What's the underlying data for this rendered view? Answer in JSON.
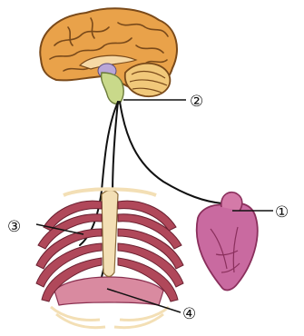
{
  "labels": [
    {
      "id": "label-1",
      "text": "①"
    },
    {
      "id": "label-2",
      "text": "②"
    },
    {
      "id": "label-3",
      "text": "③"
    },
    {
      "id": "label-4",
      "text": "④"
    }
  ],
  "colors": {
    "brain": "#e9a24a",
    "brain_dark": "#7a4a1a",
    "cerebellum": "#f1c87a",
    "brainstem": "#c9d98a",
    "heart": "#c96aa0",
    "heart_dark": "#8a2f5c",
    "rib": "#b0485a",
    "bone": "#f3dfb5",
    "diaphragm": "#d98aa0",
    "nerve": "#111111"
  }
}
